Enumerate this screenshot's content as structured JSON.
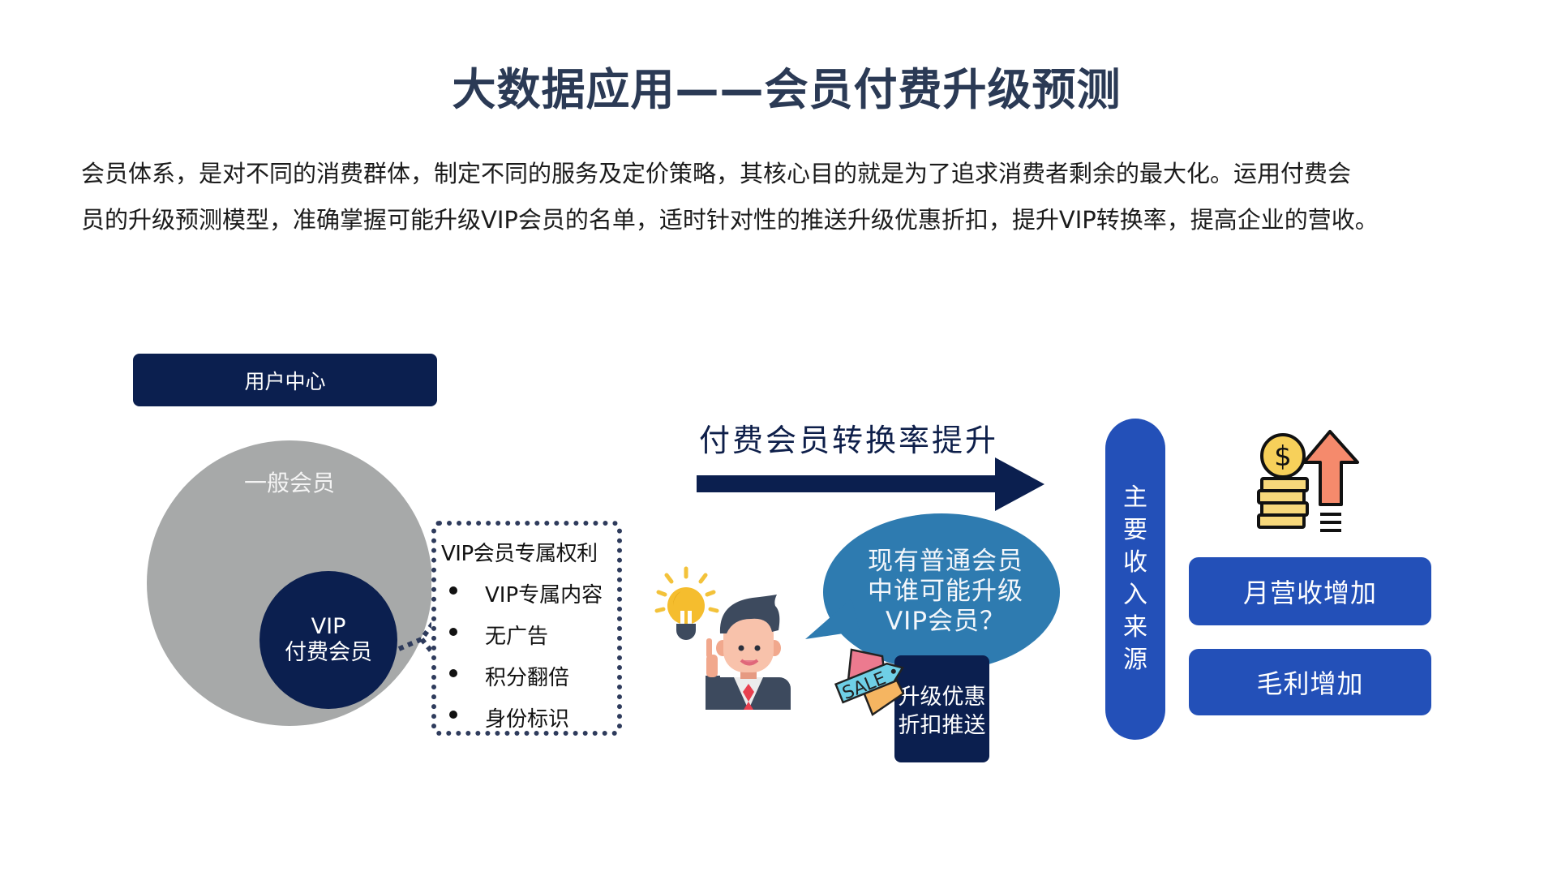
{
  "title": "大数据应用——会员付费升级预测",
  "intro": {
    "lines": [
      "会员体系，是对不同的消费群体，制定不同的服务及定价策略，其核心目的就是为了追求消费者剩余的最大化。运用付费会",
      "员的升级预测模型，准确掌握可能升级VIP会员的名单，适时针对性的推送升级优惠折扣，提升VIP转换率，提高企业的营收。"
    ]
  },
  "user_center": {
    "label": "用户中心",
    "general_member_label": "一般会员",
    "vip_circle": {
      "line1": "VIP",
      "line2": "付费会员"
    }
  },
  "vip_benefits": {
    "title": "VIP会员专属权利",
    "items": [
      "VIP专属内容",
      "无广告",
      "积分翻倍",
      "身份标识"
    ]
  },
  "conversion": {
    "arrow_label": "付费会员转换率提升"
  },
  "speech_bubble": {
    "lines": [
      "现有普通会员",
      "中谁可能升级",
      "VIP会员？"
    ]
  },
  "sale_tag": {
    "text": "SALE"
  },
  "push_box": {
    "lines": [
      "升级优惠",
      "折扣推送"
    ]
  },
  "revenue_source": {
    "label_chars": [
      "主",
      "要",
      "收",
      "入",
      "来",
      "源"
    ]
  },
  "outcomes": [
    {
      "label": "月营收增加"
    },
    {
      "label": "毛利增加"
    }
  ],
  "colors": {
    "navy": "#0b1f4f",
    "title": "#2b3a55",
    "gray_circle": "#a7a9a9",
    "bubble": "#2e7bb0",
    "blue_box": "#2350b8"
  }
}
